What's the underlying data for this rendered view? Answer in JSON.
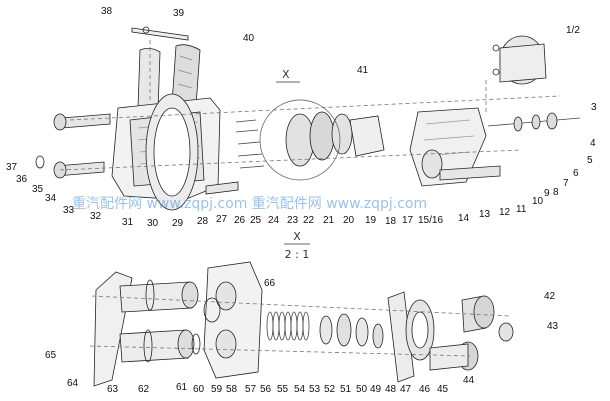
{
  "diagram": {
    "upper_labels": [
      "38",
      "39",
      "40",
      "41",
      "1/2",
      "3",
      "4",
      "5",
      "6",
      "7",
      "8",
      "9",
      "10",
      "11",
      "12",
      "13",
      "14",
      "15/16",
      "17",
      "18",
      "19",
      "20",
      "21",
      "22",
      "23",
      "24",
      "25",
      "26",
      "27",
      "28",
      "29",
      "30",
      "31",
      "32",
      "33",
      "34",
      "35",
      "36",
      "37"
    ],
    "lower_labels": [
      "42",
      "43",
      "44",
      "45",
      "46",
      "47",
      "48",
      "49",
      "50",
      "51",
      "52",
      "53",
      "54",
      "55",
      "56",
      "57",
      "58",
      "59",
      "60",
      "61",
      "62",
      "63",
      "64",
      "65",
      "66"
    ],
    "section_title": "X",
    "section_scale": "2 : 1",
    "detail_marker": "X",
    "watermark": "重汽配件网  www.zqpj.com  重汽配件网  www.zqpj.com"
  }
}
